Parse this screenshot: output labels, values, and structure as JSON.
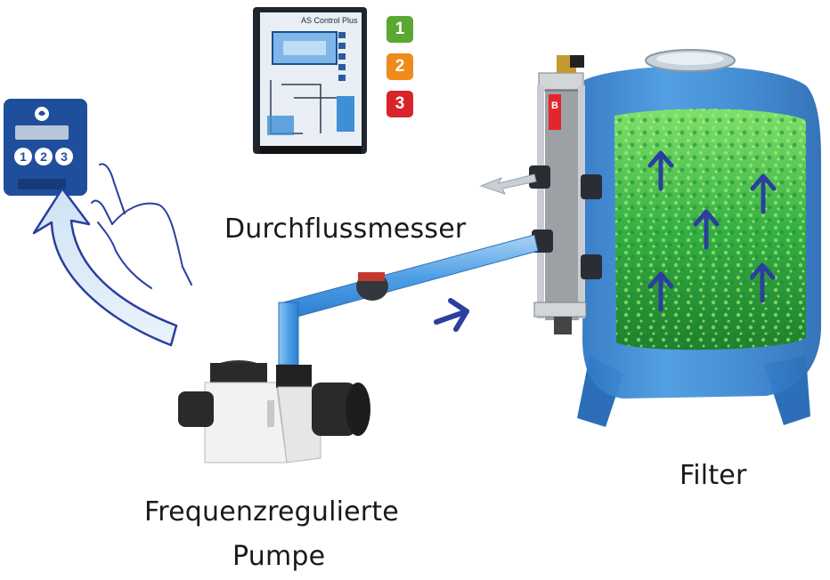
{
  "labels": {
    "flowmeter": "Durchflussmesser",
    "filter": "Filter",
    "pump_line1": "Frequenzregulierte",
    "pump_line2": "Pumpe"
  },
  "controller": {
    "brand_text": "AS Control Plus"
  },
  "remote": {
    "buttons": [
      "1",
      "2",
      "3"
    ]
  },
  "speed_badges": [
    {
      "label": "1",
      "color": "#5aa832"
    },
    {
      "label": "2",
      "color": "#ef8a1c"
    },
    {
      "label": "3",
      "color": "#d8232a"
    }
  ],
  "valve_plate_text": "B",
  "colors": {
    "filter_body": "#3a86d0",
    "media": "#3fbf3f",
    "arrow": "#2b3f9e",
    "pipe_water": "#5ea8e8",
    "remote_blue": "#1f4f9c"
  }
}
